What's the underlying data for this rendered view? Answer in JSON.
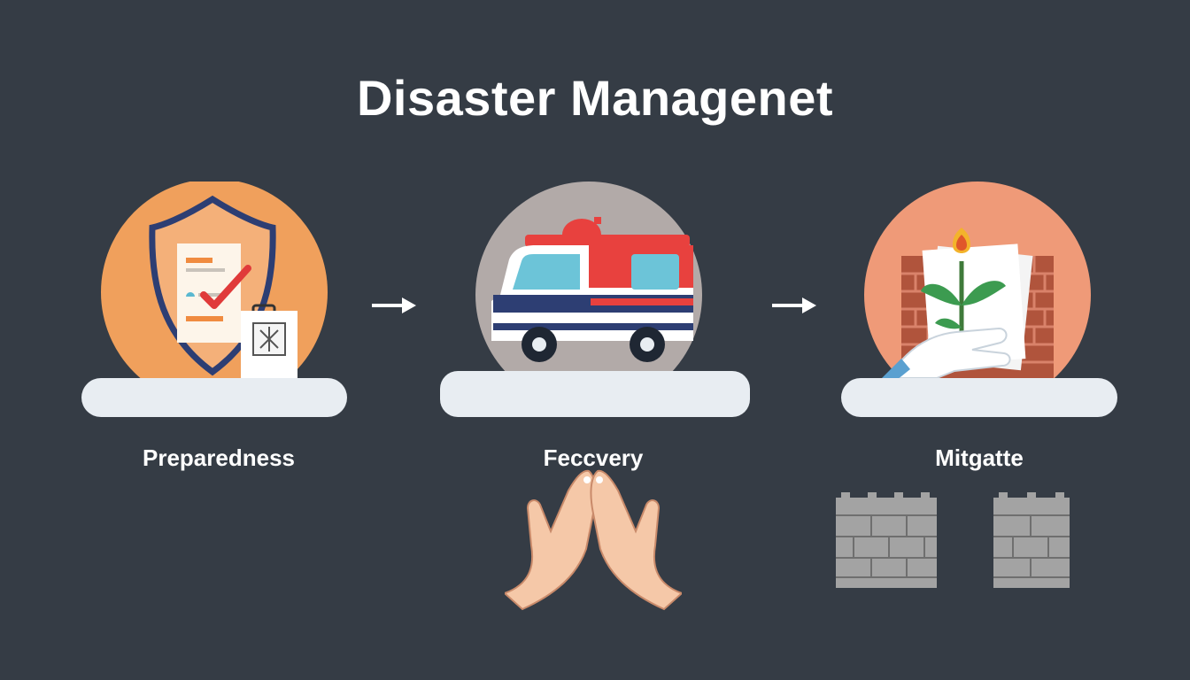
{
  "title": "Disaster Managenet",
  "colors": {
    "background": "#353c45",
    "preparedness_circle": "#f0a05c",
    "recovery_circle": "#b2aaa8",
    "mitigate_circle": "#ef9a78",
    "platform": "#e8edf2"
  },
  "stages": [
    {
      "label": "Preparedness",
      "icon": "shield-checklist-icon"
    },
    {
      "label": "Feccvery",
      "icon": "ambulance-icon"
    },
    {
      "label": "Mitgatte",
      "icon": "plant-in-hand-icon"
    }
  ]
}
